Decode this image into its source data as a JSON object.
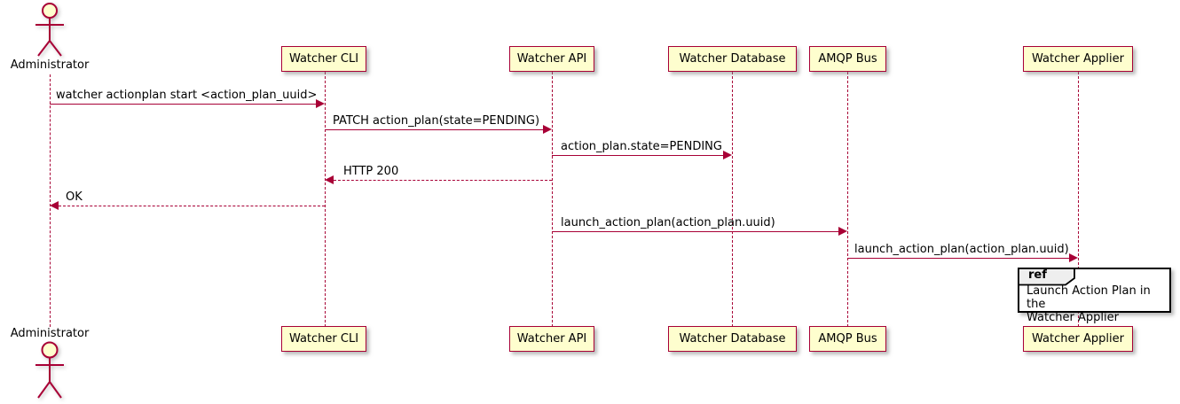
{
  "colors": {
    "accent": "#A80036",
    "participant_fill": "#FEFECE",
    "ref_header_fill": "#EEEEEE",
    "ref_border": "#000000",
    "background": "#FFFFFF",
    "text": "#000000"
  },
  "actor": {
    "name": "Administrator"
  },
  "participants": [
    {
      "name": "Watcher CLI"
    },
    {
      "name": "Watcher API"
    },
    {
      "name": "Watcher Database"
    },
    {
      "name": "AMQP Bus"
    },
    {
      "name": "Watcher Applier"
    }
  ],
  "messages": [
    {
      "from": "Administrator",
      "to": "Watcher CLI",
      "label": "watcher actionplan start <action_plan_uuid>",
      "line": "solid"
    },
    {
      "from": "Watcher CLI",
      "to": "Watcher API",
      "label": "PATCH action_plan(state=PENDING)",
      "line": "solid"
    },
    {
      "from": "Watcher API",
      "to": "Watcher Database",
      "label": "action_plan.state=PENDING",
      "line": "solid"
    },
    {
      "from": "Watcher API",
      "to": "Watcher CLI",
      "label": "HTTP 200",
      "line": "dashed"
    },
    {
      "from": "Watcher CLI",
      "to": "Administrator",
      "label": "OK",
      "line": "dashed"
    },
    {
      "from": "Watcher API",
      "to": "AMQP Bus",
      "label": "launch_action_plan(action_plan.uuid)",
      "line": "solid"
    },
    {
      "from": "AMQP Bus",
      "to": "Watcher Applier",
      "label": "launch_action_plan(action_plan.uuid)",
      "line": "solid"
    }
  ],
  "ref": {
    "keyword": "ref",
    "text": "Launch Action Plan in the\nWatcher Applier"
  }
}
